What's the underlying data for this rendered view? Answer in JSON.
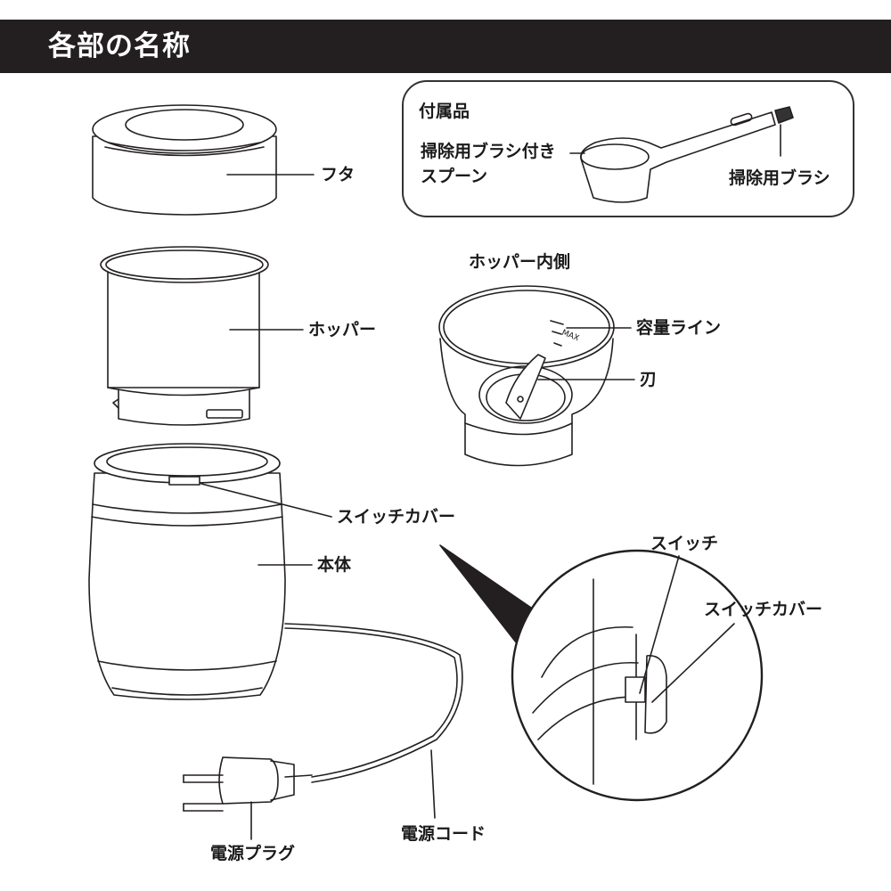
{
  "header": {
    "title": "各部の名称"
  },
  "accessories": {
    "heading": "付属品",
    "spoon_label_line1": "掃除用ブラシ付き",
    "spoon_label_line2": "スプーン",
    "brush_label": "掃除用ブラシ"
  },
  "parts": {
    "lid": "フタ",
    "hopper": "ホッパー",
    "hopper_inside": "ホッパー内側",
    "capacity_line": "容量ライン",
    "max_mark": "MAX",
    "blade": "刃",
    "switch_cover": "スイッチカバー",
    "body": "本体",
    "power_cord": "電源コード",
    "power_plug": "電源プラグ"
  },
  "detail": {
    "switch": "スイッチ",
    "switch_cover": "スイッチカバー"
  },
  "colors": {
    "header_bg": "#231f20",
    "header_text": "#ffffff",
    "line": "#231f20",
    "body_gray": "#e6e6e6"
  }
}
